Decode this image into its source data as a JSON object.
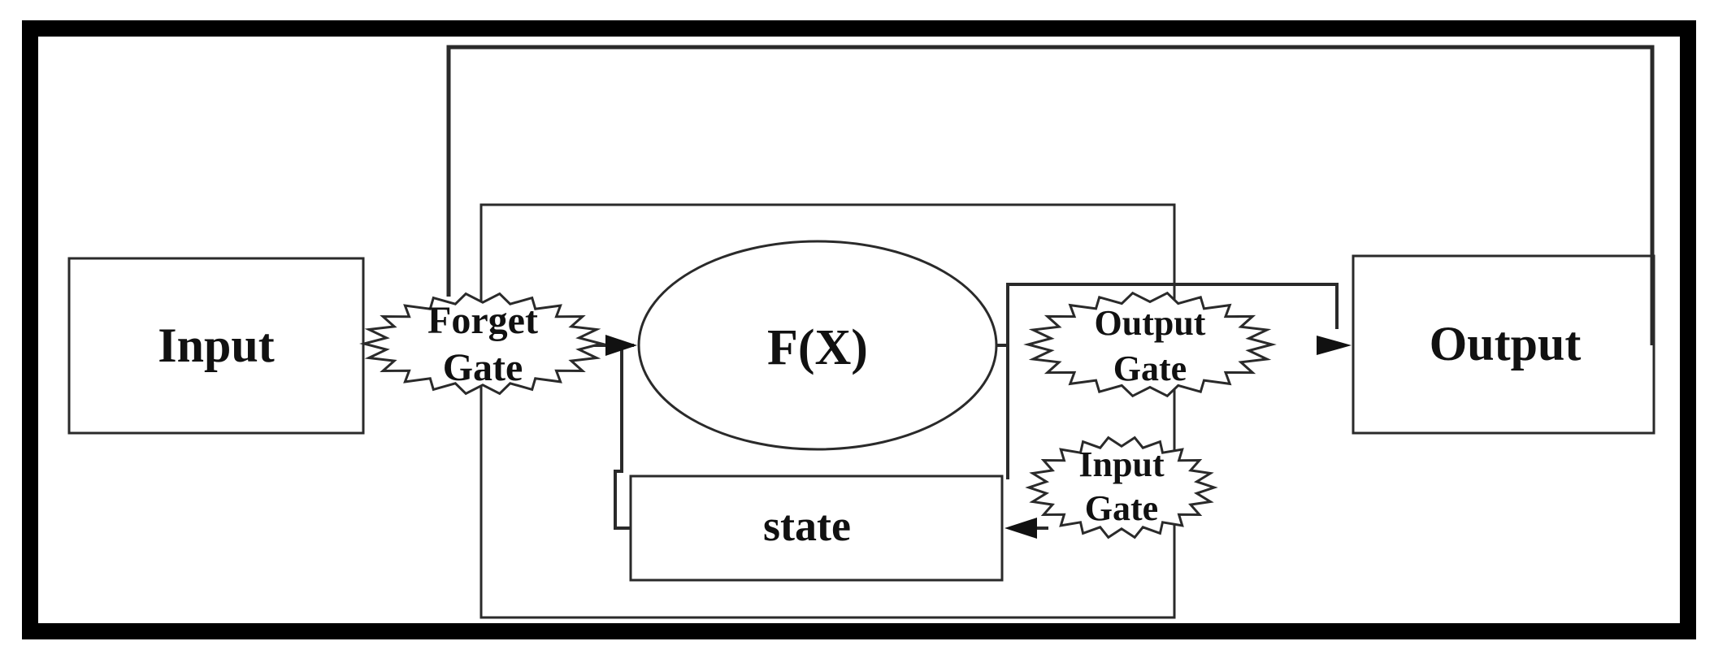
{
  "diagram": {
    "nodes": {
      "input": "Input",
      "output": "Output",
      "function": "F(X)",
      "state": "state"
    },
    "gates": {
      "forget": {
        "line1": "Forget",
        "line2": "Gate"
      },
      "output": {
        "line1": "Output",
        "line2": "Gate"
      },
      "input": {
        "line1": "Input",
        "line2": "Gate"
      }
    },
    "colors": {
      "frame": "#000000",
      "line": "#2a2a2a",
      "text": "#111111",
      "background": "#ffffff"
    }
  }
}
